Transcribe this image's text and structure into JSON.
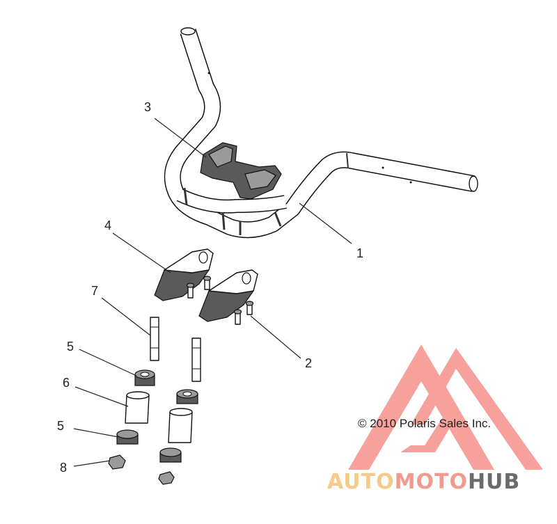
{
  "callouts": [
    {
      "id": "1",
      "label": "1"
    },
    {
      "id": "2",
      "label": "2"
    },
    {
      "id": "3",
      "label": "3"
    },
    {
      "id": "4",
      "label": "4"
    },
    {
      "id": "5a",
      "label": "5"
    },
    {
      "id": "5b",
      "label": "5"
    },
    {
      "id": "6",
      "label": "6"
    },
    {
      "id": "7",
      "label": "7"
    },
    {
      "id": "8",
      "label": "8"
    }
  ],
  "copyright": "© 2010 Polaris Sales Inc.",
  "watermark": {
    "word_auto": "AUTO",
    "word_moto": "MOTO",
    "word_hub": "HUB",
    "colors": {
      "auto": "#f7c98a",
      "moto": "#f39a8f",
      "hub": "#6b6b6b",
      "logo": "#f0554a"
    }
  }
}
